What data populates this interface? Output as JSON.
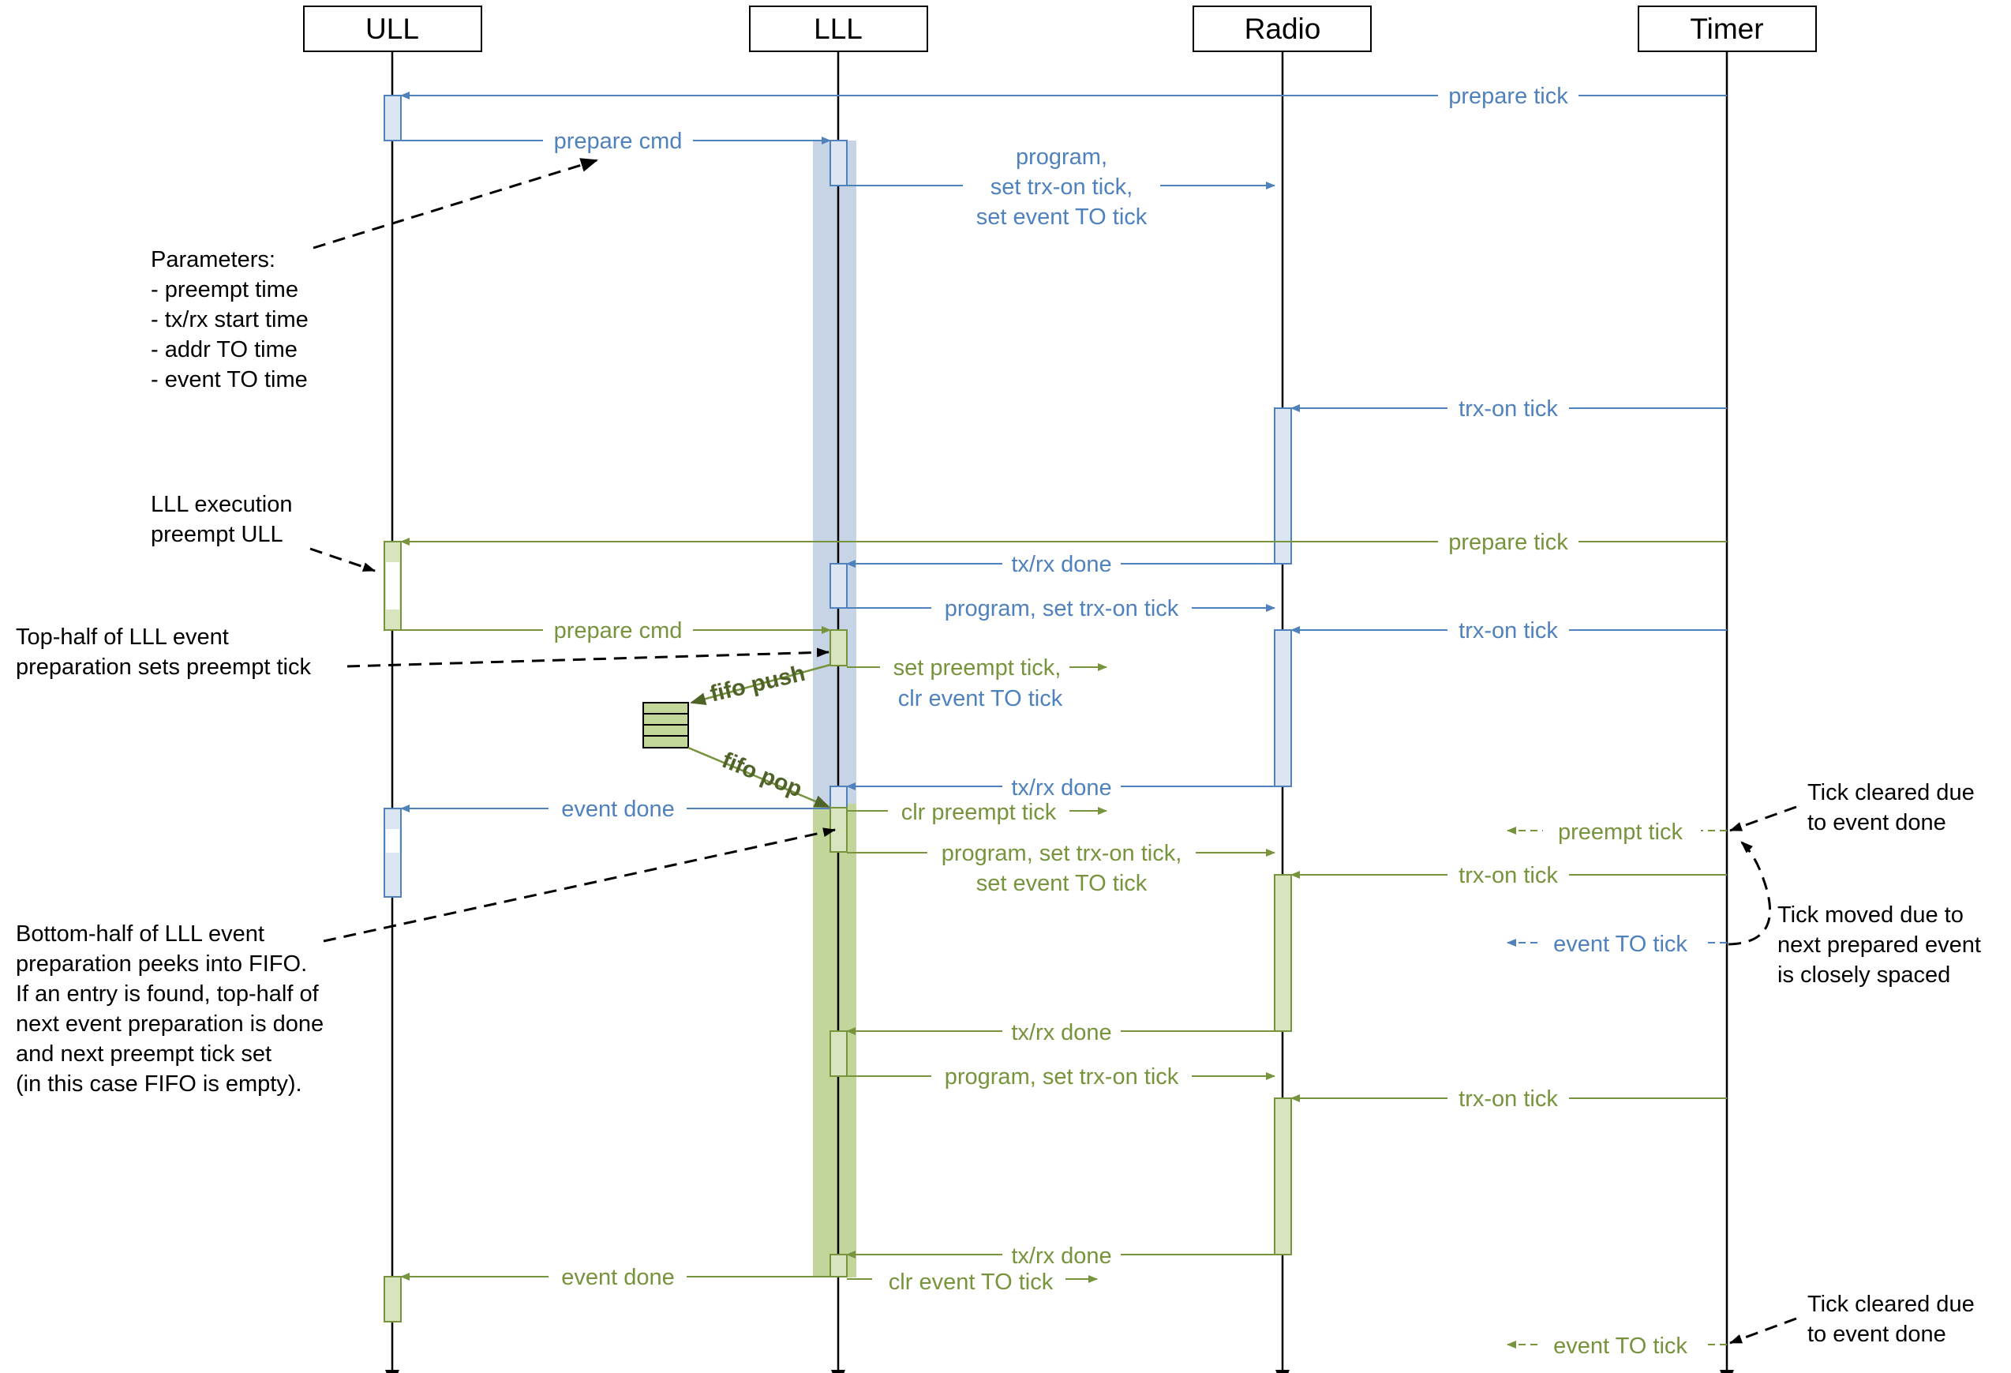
{
  "colors": {
    "blue": "#4f81bd",
    "green": "#77933c",
    "blue_fill": "#dce6f2",
    "green_fill": "#d7e4bd",
    "blue_band": "#c6d4e6",
    "green_band": "#c2d69b",
    "fifo_fill": "#c4d79b",
    "fifo_text": "#4f6228"
  },
  "lifelines": {
    "ull": "ULL",
    "lll": "LLL",
    "radio": "Radio",
    "timer": "Timer"
  },
  "messages": {
    "m1": "prepare tick",
    "m2": "prepare cmd",
    "m3": [
      "program,",
      "set trx-on tick,",
      "set event TO tick"
    ],
    "m4": "trx-on tick",
    "m5": "prepare tick",
    "m6": "tx/rx done",
    "m7": "program, set trx-on tick",
    "m8": "trx-on tick",
    "m9": "prepare cmd",
    "m10": "set preempt tick,",
    "m11": "clr event TO tick",
    "m12": "tx/rx done",
    "m13": "event done",
    "m14": "clr preempt tick",
    "m15": [
      "program, set trx-on tick,",
      "set event TO tick"
    ],
    "m16": "trx-on tick",
    "m17": "preempt tick",
    "m18": "event TO tick",
    "m19": "tx/rx done",
    "m20": "program, set trx-on tick",
    "m21": "trx-on tick",
    "m22": "tx/rx done",
    "m23": "event done",
    "m24": "clr event TO tick",
    "m25": "event TO tick"
  },
  "fifo": {
    "push": "fifo push",
    "pop": "fifo pop"
  },
  "notes": {
    "parameters": [
      "Parameters:",
      " - preempt time",
      " - tx/rx start time",
      " - addr TO time",
      " - event TO time"
    ],
    "lll_preempt": [
      "LLL execution",
      "preempt ULL"
    ],
    "top_half": [
      "Top-half of LLL event",
      "preparation sets preempt tick"
    ],
    "bottom_half": [
      "Bottom-half of LLL event",
      "preparation peeks into FIFO.",
      "If an entry is found, top-half of",
      "next event preparation is done",
      "and next preempt tick set",
      "(in this case FIFO is empty)."
    ],
    "tick_cleared_1": [
      "Tick cleared due",
      "to event done"
    ],
    "tick_moved": [
      "Tick moved due to",
      "next prepared event",
      "is closely spaced"
    ],
    "tick_cleared_2": [
      "Tick cleared due",
      "to event done"
    ]
  }
}
